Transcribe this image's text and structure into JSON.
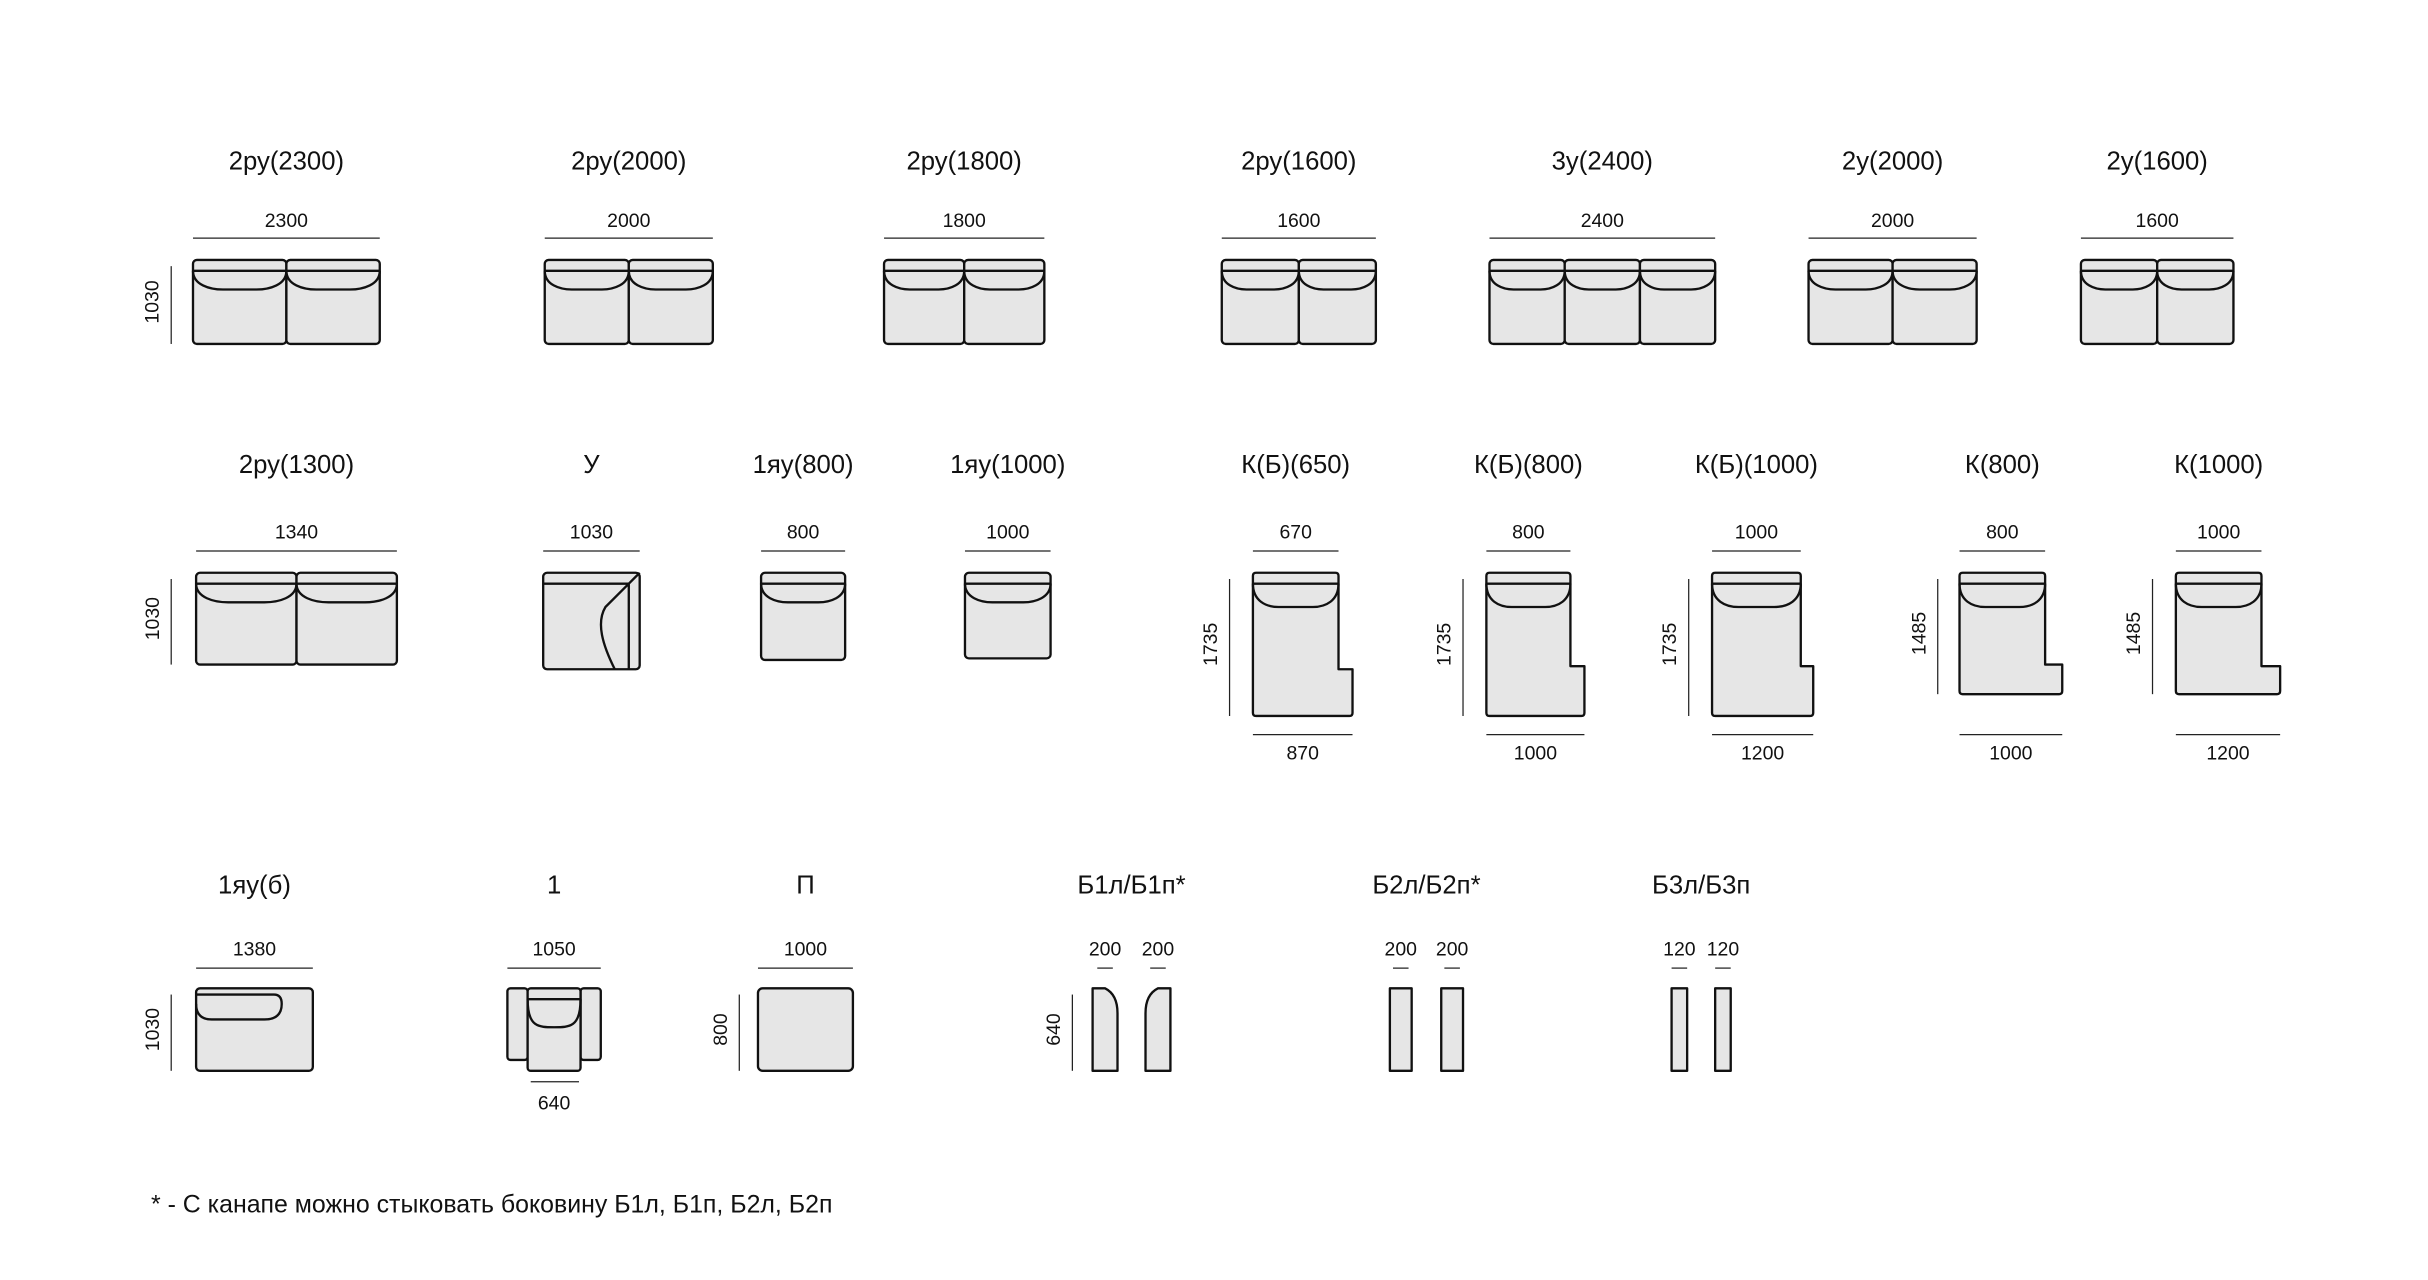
{
  "items": [
    {
      "title": "2ру(2300)",
      "width": "2300",
      "depth": "1030"
    },
    {
      "title": "2ру(2000)",
      "width": "2000"
    },
    {
      "title": "2ру(1800)",
      "width": "1800"
    },
    {
      "title": "2ру(1600)",
      "width": "1600"
    },
    {
      "title": "3у(2400)",
      "width": "2400"
    },
    {
      "title": "2у(2000)",
      "width": "2000"
    },
    {
      "title": "2у(1600)",
      "width": "1600"
    },
    {
      "title": "2ру(1300)",
      "width": "1340",
      "depth": "1030"
    },
    {
      "title": "У",
      "width": "1030"
    },
    {
      "title": "1яу(800)",
      "width": "800"
    },
    {
      "title": "1яу(1000)",
      "width": "1000"
    },
    {
      "title": "К(Б)(650)",
      "width": "670",
      "depth": "1735",
      "bottom": "870"
    },
    {
      "title": "К(Б)(800)",
      "width": "800",
      "depth": "1735",
      "bottom": "1000"
    },
    {
      "title": "К(Б)(1000)",
      "width": "1000",
      "depth": "1735",
      "bottom": "1200"
    },
    {
      "title": "К(800)",
      "width": "800",
      "depth": "1485",
      "bottom": "1000"
    },
    {
      "title": "К(1000)",
      "width": "1000",
      "depth": "1485",
      "bottom": "1200"
    },
    {
      "title": "1яу(б)",
      "width": "1380",
      "depth": "1030"
    },
    {
      "title": "1",
      "width": "1050",
      "bottom": "640"
    },
    {
      "title": "П",
      "width": "1000",
      "depth": "800"
    },
    {
      "title": "Б1л/Б1п*",
      "widths": [
        "200",
        "200"
      ],
      "depth": "640"
    },
    {
      "title": "Б2л/Б2п*",
      "widths": [
        "200",
        "200"
      ]
    },
    {
      "title": "Б3л/Б3п",
      "widths": [
        "120",
        "120"
      ]
    }
  ],
  "footnote": "* - С канапе можно стыковать боковину Б1л, Б1п, Б2л, Б2п",
  "colors": {
    "fill": "#e6e6e6",
    "stroke": "#111111"
  }
}
